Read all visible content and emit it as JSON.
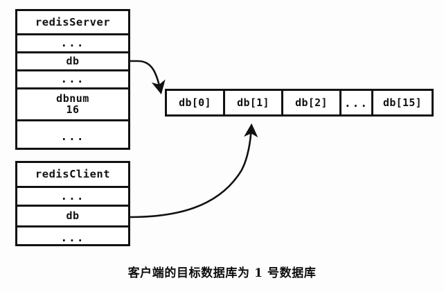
{
  "diagram": {
    "title_caption": "客户端的目标数据库为 1 号数据库",
    "server_struct": {
      "name": "redisServer",
      "rows": [
        {
          "label": "redisServer",
          "kind": "title"
        },
        {
          "label": "...",
          "kind": "ellipsis"
        },
        {
          "label": "db",
          "kind": "field"
        },
        {
          "label": "...",
          "kind": "ellipsis"
        },
        {
          "label": "dbnum\n16",
          "kind": "field-value"
        },
        {
          "label": "...",
          "kind": "ellipsis"
        }
      ]
    },
    "client_struct": {
      "name": "redisClient",
      "rows": [
        {
          "label": "redisClient",
          "kind": "title"
        },
        {
          "label": "...",
          "kind": "ellipsis"
        },
        {
          "label": "db",
          "kind": "field"
        },
        {
          "label": "...",
          "kind": "ellipsis"
        }
      ]
    },
    "db_array": {
      "cells": [
        {
          "label": "db[0]",
          "kind": "entry"
        },
        {
          "label": "db[1]",
          "kind": "entry"
        },
        {
          "label": "db[2]",
          "kind": "entry"
        },
        {
          "label": "...",
          "kind": "gap"
        },
        {
          "label": "db[15]",
          "kind": "entry"
        }
      ]
    },
    "arrows": [
      {
        "name": "server-db-to-array",
        "from": "redisServer.db",
        "to": "db array"
      },
      {
        "name": "client-db-to-db1",
        "from": "redisClient.db",
        "to": "db[1]"
      }
    ],
    "colors": {
      "stroke": "#111111",
      "background": "#fdfdfd",
      "box_fill": "#ffffff",
      "text": "#101010"
    }
  }
}
